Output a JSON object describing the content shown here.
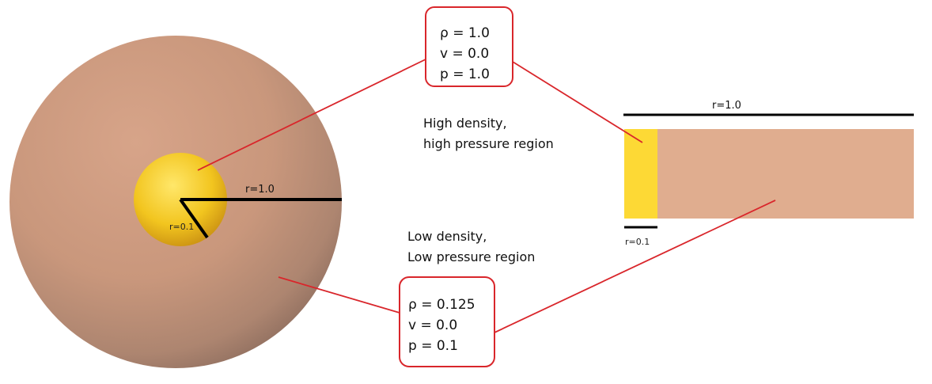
{
  "high_box": {
    "lines": [
      "ρ = 1.0",
      "v = 0.0",
      "p = 1.0"
    ]
  },
  "low_box": {
    "lines": [
      "ρ = 0.125",
      "v = 0.0",
      "p = 0.1"
    ]
  },
  "high_region": {
    "lines": [
      "High density,",
      "high pressure region"
    ]
  },
  "low_region": {
    "lines": [
      "Low density,",
      "Low pressure region"
    ]
  },
  "sphere": {
    "outer_radius_label": "r=1.0",
    "inner_radius_label": "r=0.1"
  },
  "strip": {
    "outer_radius_label": "r=1.0",
    "inner_radius_label": "r=0.1"
  },
  "colors": {
    "inner_region": "#fdd935",
    "outer_region": "#e0ad8f",
    "callout_border": "#d9262b",
    "leader_line": "#d9262b",
    "radius_line": "#000000"
  }
}
